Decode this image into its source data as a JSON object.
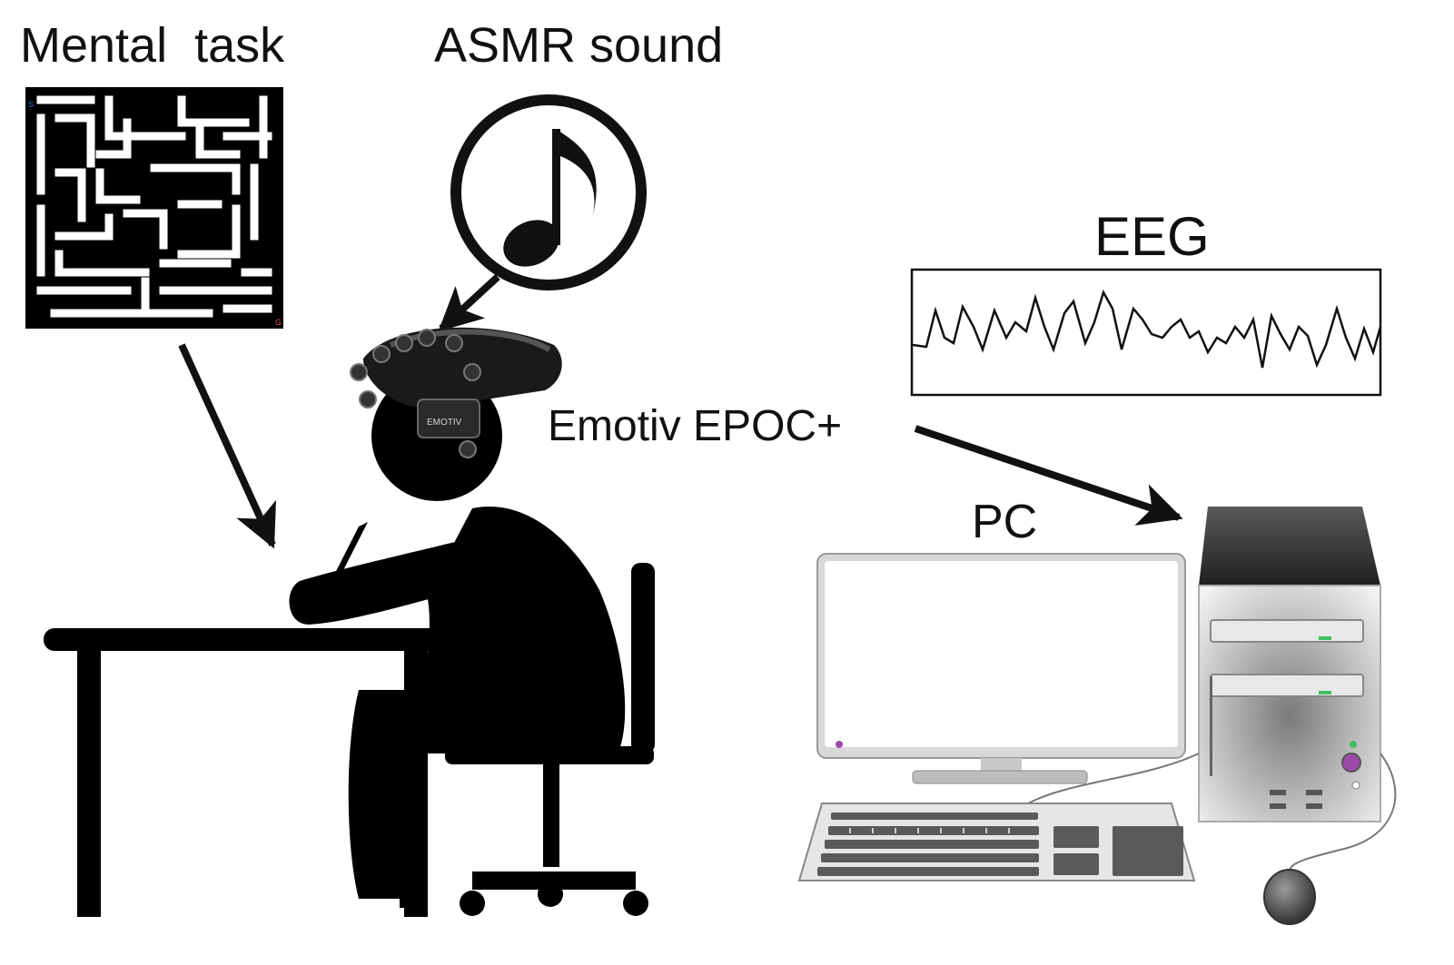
{
  "labels": {
    "mental_task": "Mental  task",
    "asmr_sound": "ASMR sound",
    "eeg": "EEG",
    "device": "Emotiv EPOC+",
    "pc": "PC"
  },
  "icons": {
    "maze": "maze-icon",
    "music_note": "music-note-icon",
    "person": "person-writing-icon",
    "headset": "eeg-headset-icon",
    "computer": "desktop-computer-icon"
  },
  "colors": {
    "ink": "#111111",
    "background": "#ffffff",
    "monitor_frame": "#d8d8d8",
    "tower_dark": "#2f2f2f",
    "tower_light": "#e4e4e4",
    "accent_purple": "#9b4aa8",
    "led_green": "#3fbf5f"
  }
}
